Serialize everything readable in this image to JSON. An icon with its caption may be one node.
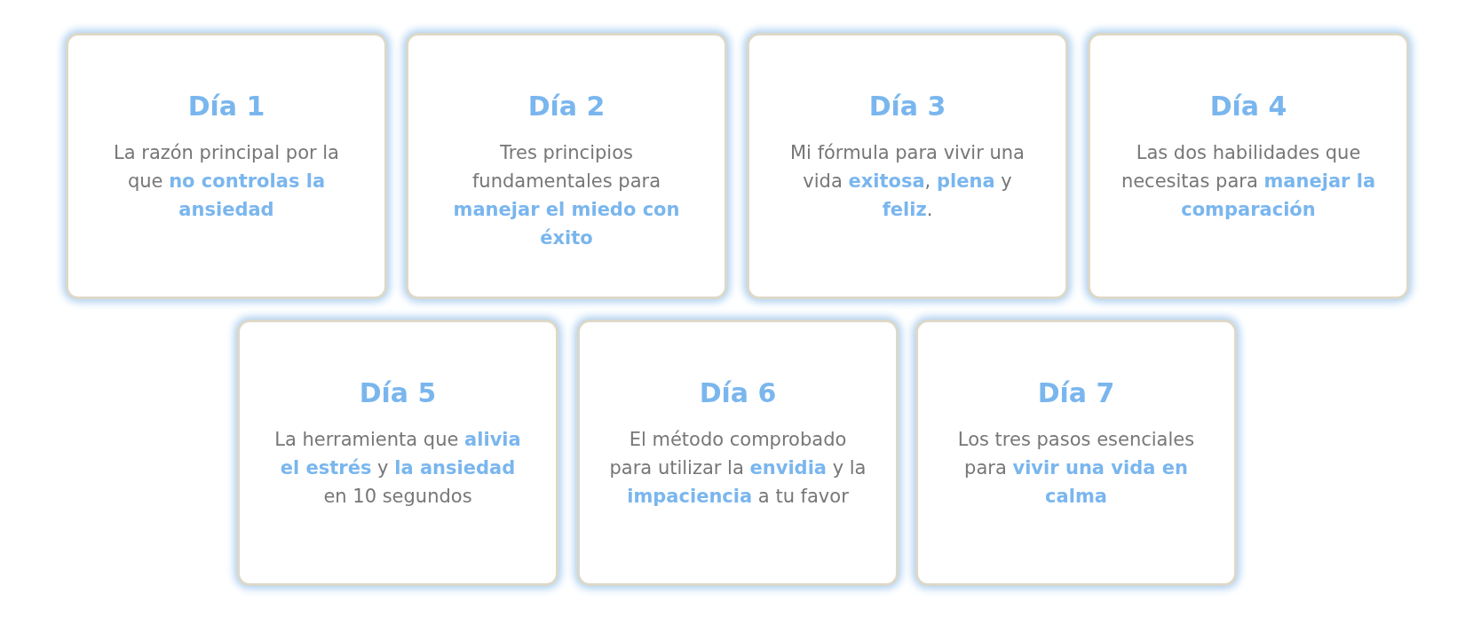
{
  "diagram": {
    "nodes": [
      {
        "text": [
          "Día 1",
          "La razón principal por la que **no controlas la ansiedad**"
        ]
      },
      {
        "text": [
          "Día 2",
          "Tres principios fundamentales para **manejar el miedo con éxito**"
        ]
      },
      {
        "text": [
          "Día 3",
          "Mi fórmula para vivir una vida **exitosa**, **plena** y **feliz**."
        ]
      },
      {
        "text": [
          "Día 4",
          "Las dos habilidades que necesitas para **manejar la comparación**"
        ]
      },
      {
        "text": [
          "Día 5",
          "La herramienta que **alivia el estrés** y **la ansiedad** en 10 segundos"
        ]
      },
      {
        "text": [
          "Día 6",
          "El método comprobado para utilizar la **envidia** y la **impaciencia** a tu favor"
        ]
      },
      {
        "text": [
          "Día 7",
          "Los tres pasos esenciales para **vivir una vida en calma**"
        ]
      }
    ]
  }
}
